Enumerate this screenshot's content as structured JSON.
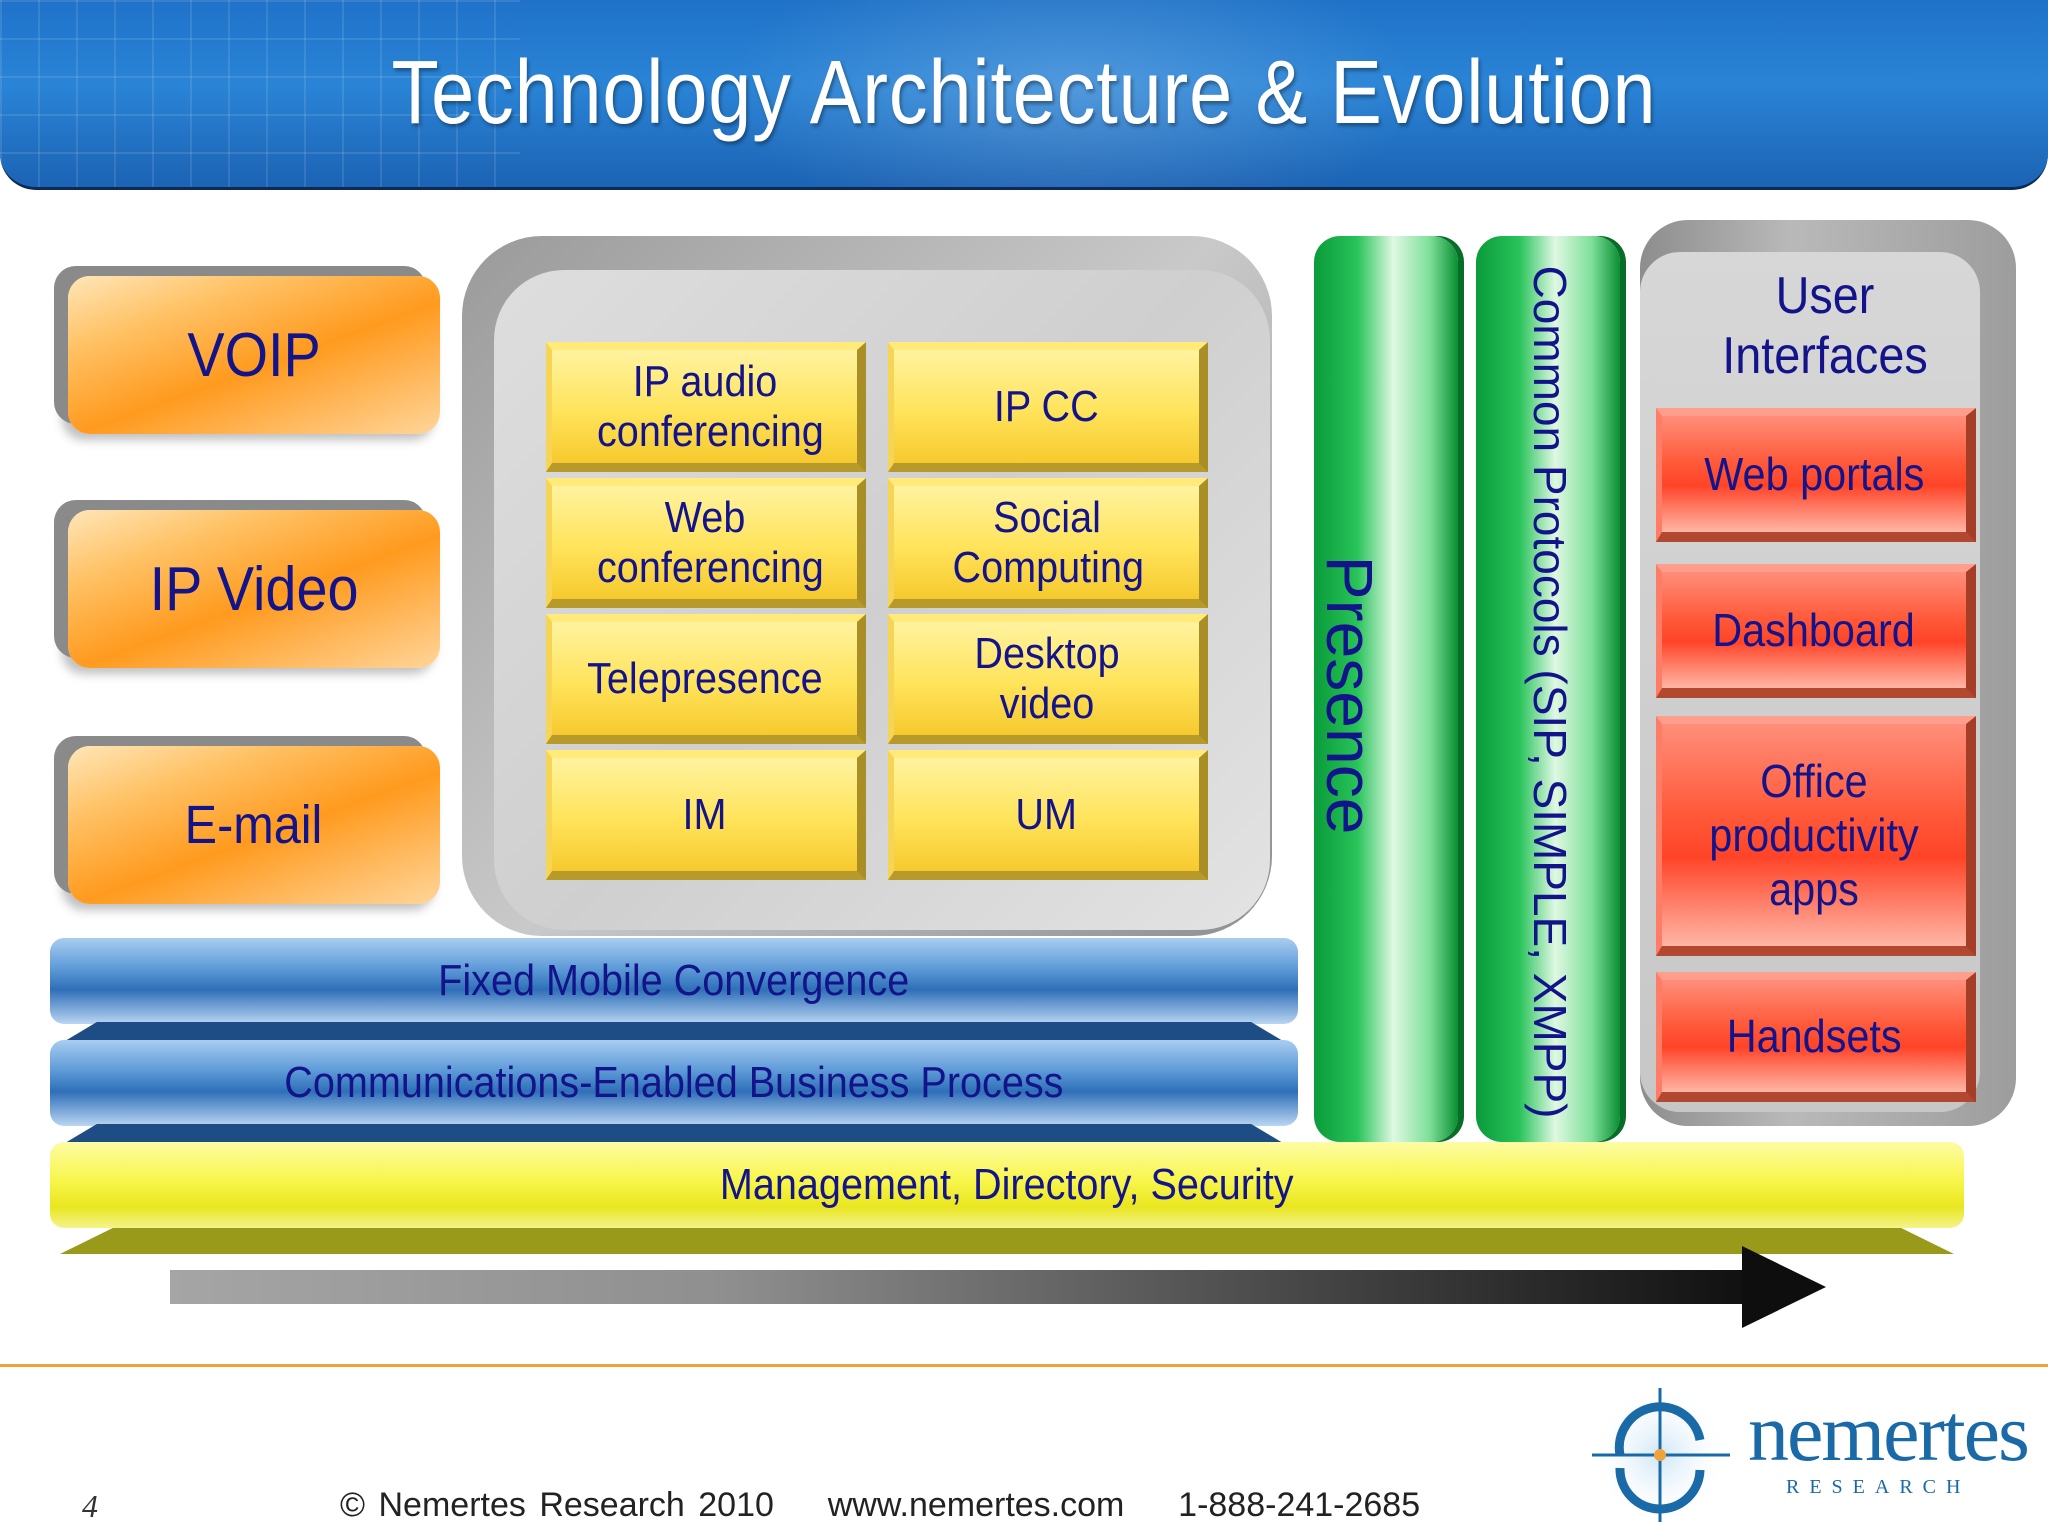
{
  "title": "Technology Architecture & Evolution",
  "left_boxes": [
    "VOIP",
    "IP Video",
    "E-mail"
  ],
  "tiles": {
    "ip_audio": "IP audio conferencing",
    "ip_cc": "IP CC",
    "web_conf": "Web conferencing",
    "social": "Social Computing",
    "telepresence": "Telepresence",
    "desktop_video": "Desktop video",
    "im": "IM",
    "um": "UM"
  },
  "layers": {
    "fmc": "Fixed Mobile Convergence",
    "cebp": "Communications-Enabled Business Process",
    "mgmt": "Management, Directory, Security"
  },
  "columns": {
    "presence": "Presence",
    "protocols": "Common Protocols (SIP, SIMPLE, XMPP)"
  },
  "user_interfaces": {
    "title": "User Interfaces",
    "items": [
      "Web portals",
      "Dashboard",
      "Office productivity apps",
      "Handsets"
    ]
  },
  "footer": {
    "page_number": "4",
    "copyright": "© Nemertes Research 2010",
    "website": "www.nemertes.com",
    "phone": "1-888-241-2685"
  },
  "logo": {
    "name": "nemertes",
    "subtitle": "RESEARCH"
  },
  "colors": {
    "header_blue": "#2a84d6",
    "text_navy": "#14148a",
    "orange": "#ff9a1e",
    "tile_yellow": "#ffe35a",
    "green": "#28c35a",
    "red": "#ff5a3a",
    "footer_line": "#f2a23a"
  }
}
